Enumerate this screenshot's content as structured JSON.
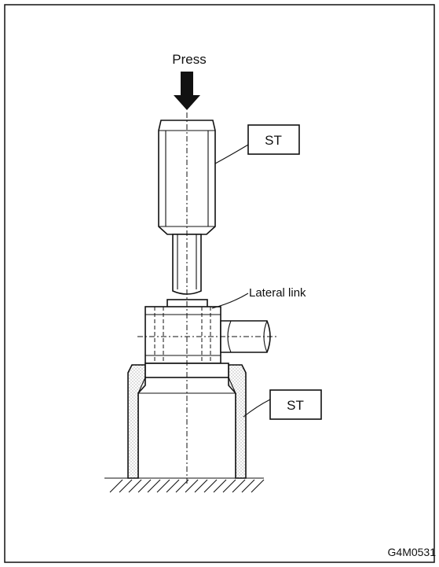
{
  "labels": {
    "press": "Press",
    "tool_upper": "ST",
    "tool_lower": "ST",
    "part": "Lateral link",
    "figure_code": "G4M0531"
  },
  "colors": {
    "line": "#111111",
    "background": "#ffffff",
    "stipple": "#9a9a9a"
  }
}
